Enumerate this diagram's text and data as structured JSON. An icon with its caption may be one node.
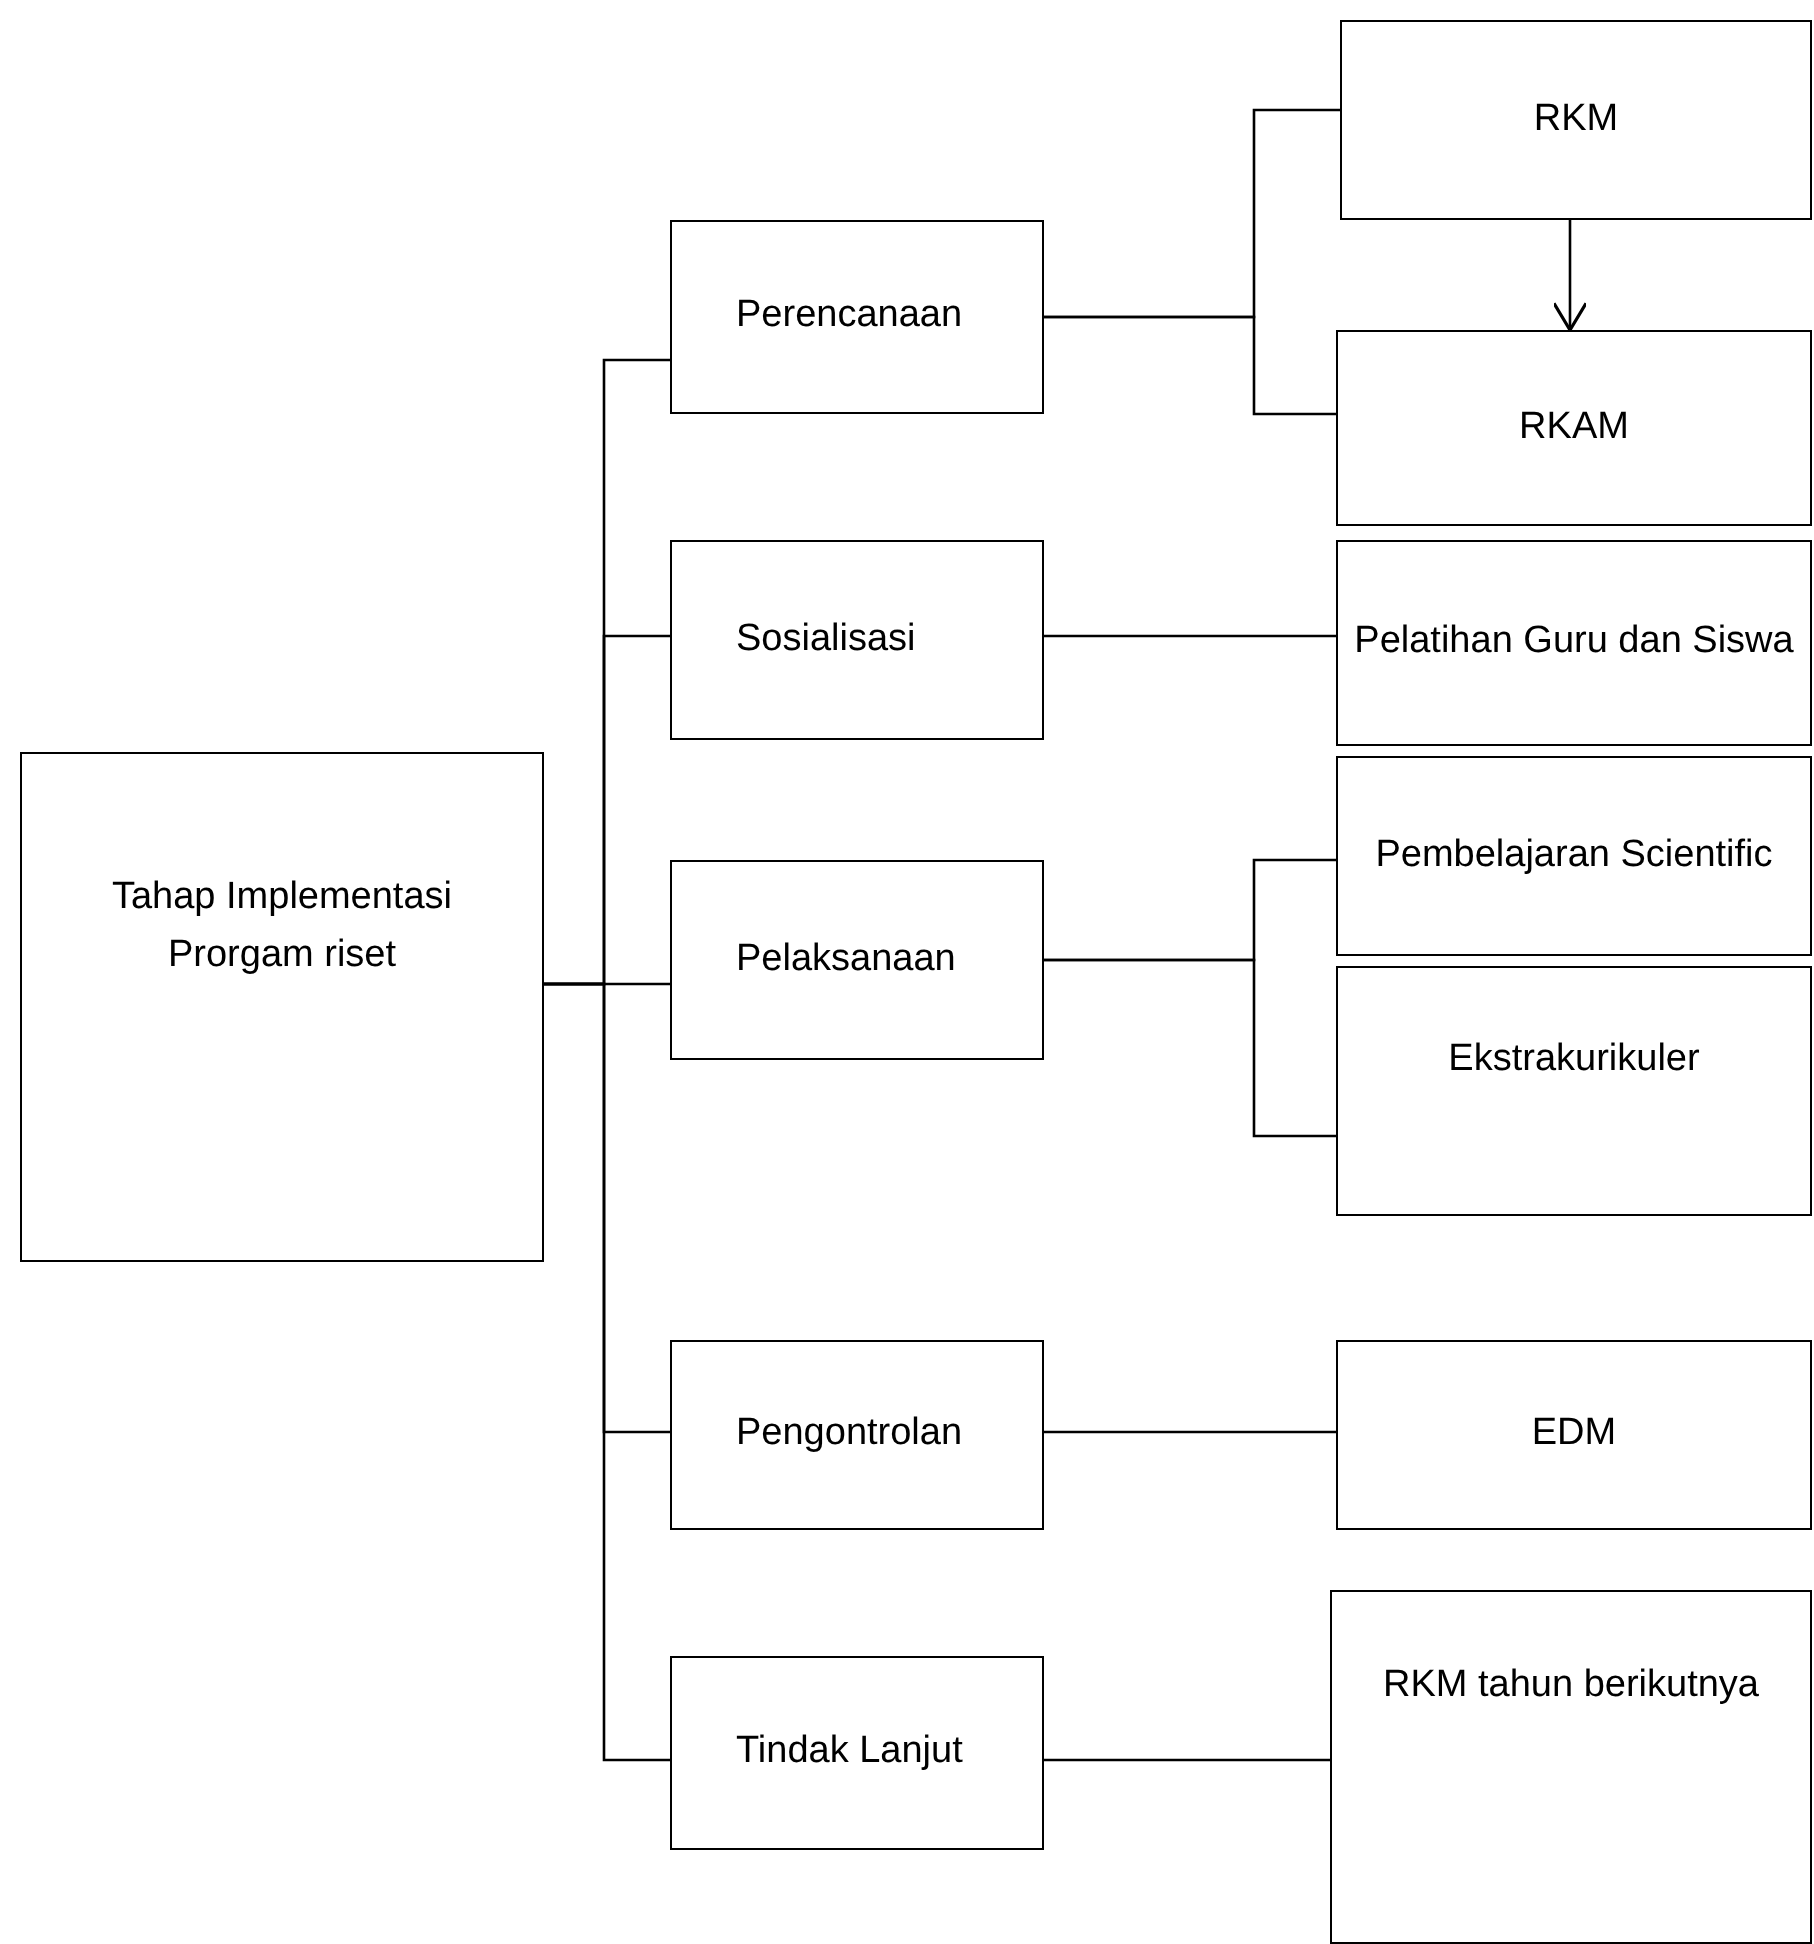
{
  "diagram": {
    "nodes": [
      {
        "text": [
          "Tahap Implementasi Prorgam riset"
        ]
      },
      {
        "text": [
          "Perencanaan"
        ]
      },
      {
        "text": [
          "Sosialisasi"
        ]
      },
      {
        "text": [
          "Pelaksanaan"
        ]
      },
      {
        "text": [
          "Pengontrolan"
        ]
      },
      {
        "text": [
          "Tindak Lanjut"
        ]
      },
      {
        "text": [
          "RKM"
        ]
      },
      {
        "text": [
          "RKAM"
        ]
      },
      {
        "text": [
          "Pelatihan Guru dan Siswa"
        ]
      },
      {
        "text": [
          "Pembelajaran Scientific"
        ]
      },
      {
        "text": [
          "Ekstrakurikuler"
        ]
      },
      {
        "text": [
          "EDM"
        ]
      },
      {
        "text": [
          "RKM tahun berikutnya"
        ]
      }
    ],
    "edges": [
      {
        "from": 0,
        "to": 1,
        "arrow": "none"
      },
      {
        "from": 0,
        "to": 2,
        "arrow": "none"
      },
      {
        "from": 0,
        "to": 3,
        "arrow": "none"
      },
      {
        "from": 0,
        "to": 4,
        "arrow": "none"
      },
      {
        "from": 0,
        "to": 5,
        "arrow": "none"
      },
      {
        "from": 1,
        "to": 6,
        "arrow": "none"
      },
      {
        "from": 1,
        "to": 7,
        "arrow": "none"
      },
      {
        "from": 6,
        "to": 7,
        "arrow": "to"
      },
      {
        "from": 2,
        "to": 8,
        "arrow": "none"
      },
      {
        "from": 3,
        "to": 9,
        "arrow": "none"
      },
      {
        "from": 3,
        "to": 10,
        "arrow": "none"
      },
      {
        "from": 4,
        "to": 11,
        "arrow": "none"
      },
      {
        "from": 5,
        "to": 12,
        "arrow": "none"
      }
    ]
  }
}
